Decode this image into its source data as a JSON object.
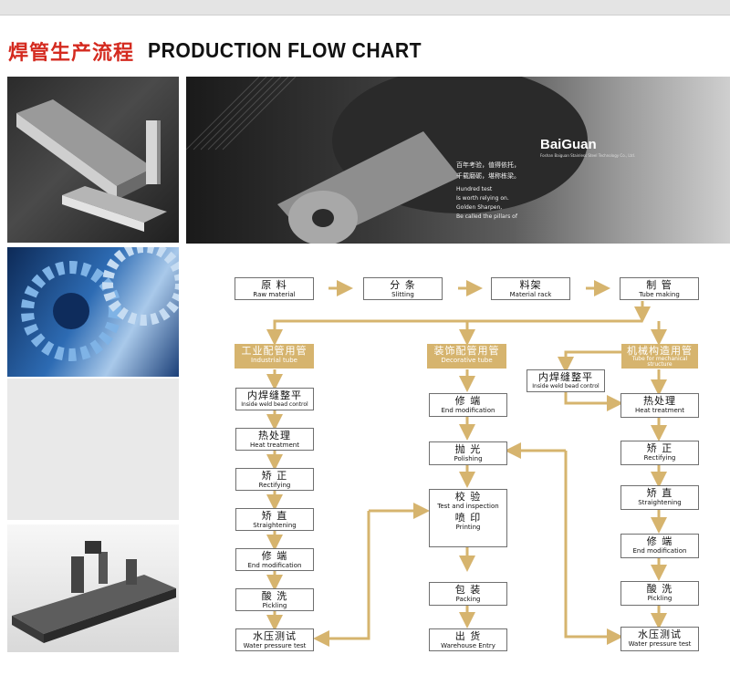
{
  "header": {
    "title_cn": "焊管生产流程",
    "title_en": "PRODUCTION FLOW CHART"
  },
  "banner": {
    "logo": "BaiGuan",
    "logo_sub": "Foshan Baiguan Stainless Steel Technology Co., Ltd.",
    "text_cn_1": "百年考验，值得依托，",
    "text_cn_2": "千载磨砺，堪称栋梁。",
    "text_en_1": "Hundred test",
    "text_en_2": "Is worth relying on.",
    "text_en_3": "Golden Sharpen,",
    "text_en_4": "Be called the pillars of"
  },
  "colors": {
    "accent_gold": "#d6b46e",
    "title_red": "#d42a1f"
  },
  "flow": {
    "raw_material": {
      "cn": "原 料",
      "en": "Raw material"
    },
    "slitting": {
      "cn": "分 条",
      "en": "Slitting"
    },
    "material_rack": {
      "cn": "料架",
      "en": "Material rack"
    },
    "tube_making": {
      "cn": "制 管",
      "en": "Tube making"
    },
    "industrial": {
      "header": {
        "cn": "工业配管用管",
        "en": "Industrial tube"
      },
      "steps": [
        {
          "cn": "内焊缝整平",
          "en": "Inside weld bead control"
        },
        {
          "cn": "热处理",
          "en": "Heat treatment"
        },
        {
          "cn": "矫 正",
          "en": "Rectifying"
        },
        {
          "cn": "矫 直",
          "en": "Straightening"
        },
        {
          "cn": "修 端",
          "en": "End modification"
        },
        {
          "cn": "酸 洗",
          "en": "Pickling"
        },
        {
          "cn": "水压测试",
          "en": "Water pressure test"
        }
      ]
    },
    "decorative": {
      "header": {
        "cn": "装饰配管用管",
        "en": "Decorative tube"
      },
      "steps": [
        {
          "cn": "修 端",
          "en": "End modification"
        },
        {
          "cn": "抛 光",
          "en": "Polishing"
        },
        {
          "cn": "校 验",
          "en": "Test and inspection",
          "cn2": "喷 印",
          "en2": "Printing"
        },
        {
          "cn": "包 装",
          "en": "Packing"
        },
        {
          "cn": "出 货",
          "en": "Warehouse Entry"
        }
      ]
    },
    "mechanical": {
      "header": {
        "cn": "机械构造用管",
        "en": "Tube for mechanical structure"
      },
      "side_step": {
        "cn": "内焊缝整平",
        "en": "Inside weld bead control"
      },
      "steps": [
        {
          "cn": "热处理",
          "en": "Heat treatment"
        },
        {
          "cn": "矫 正",
          "en": "Rectifying"
        },
        {
          "cn": "矫 直",
          "en": "Straightening"
        },
        {
          "cn": "修 端",
          "en": "End modification"
        },
        {
          "cn": "酸 洗",
          "en": "Pickling"
        },
        {
          "cn": "水压测试",
          "en": "Water pressure test"
        }
      ]
    }
  }
}
